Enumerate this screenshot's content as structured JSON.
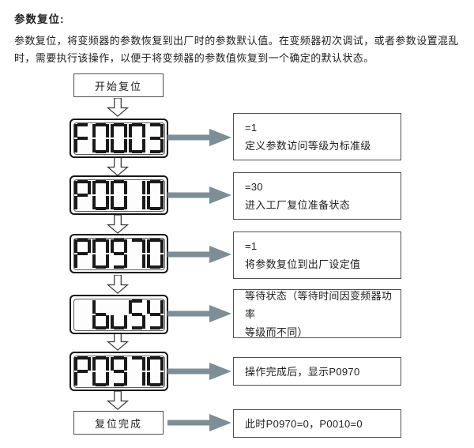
{
  "doc": {
    "title": "参数复位:",
    "intro_lines": [
      "参数复位，将变频器的参数恢复到出厂时的参数默认值。在变频器初次调试，或者参数设置混乱",
      "时，需要执行该操作，以便于将变频器的参数值恢复到一个确定的默认状态。"
    ]
  },
  "flowchart": {
    "start_label": "开始复位",
    "end_label": "复位完成",
    "displays": [
      {
        "value": "F0003"
      },
      {
        "value": "P0010"
      },
      {
        "value": "P0970"
      },
      {
        "value": " buSY"
      },
      {
        "value": "P0970"
      }
    ],
    "annotations": [
      {
        "lines": [
          "=1",
          "定义参数访问等级为标准级"
        ]
      },
      {
        "lines": [
          "=30",
          "进入工厂复位准备状态"
        ]
      },
      {
        "lines": [
          "=1",
          "将参数复位到出厂设定值"
        ]
      },
      {
        "lines": [
          "等待状态（等待时间因变频器功率",
          "等级而不同）"
        ]
      },
      {
        "lines": [
          "操作完成后，显示P0970"
        ]
      },
      {
        "lines": [
          "此时P0970=0，P0010=0"
        ]
      }
    ],
    "colors": {
      "arrow": "#7d8e96",
      "box_border": "#4f4f4f",
      "display_border": "#161616",
      "segment": "#1a1a1a"
    }
  }
}
